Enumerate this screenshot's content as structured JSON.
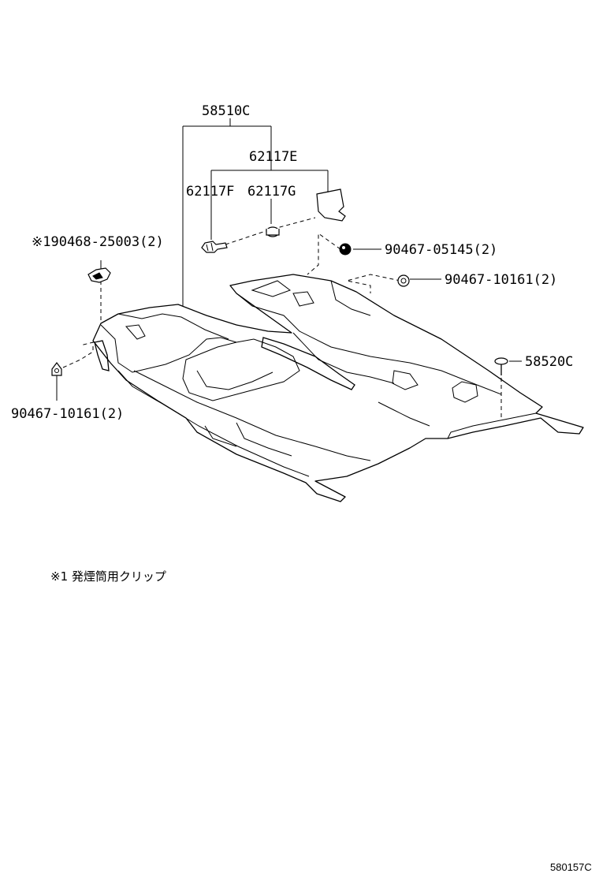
{
  "labels": {
    "p58510C": "58510C",
    "p62117E": "62117E",
    "p62117F": "62117F",
    "p62117G": "62117G",
    "p90468_25003": "※190468-25003(2)",
    "p90467_05145": "90467-05145(2)",
    "p90467_10161_right": "90467-10161(2)",
    "p58520C": "58520C",
    "p90467_10161_left": "90467-10161(2)"
  },
  "note": "※1 発煙筒用クリップ",
  "figure_code": "580157C"
}
